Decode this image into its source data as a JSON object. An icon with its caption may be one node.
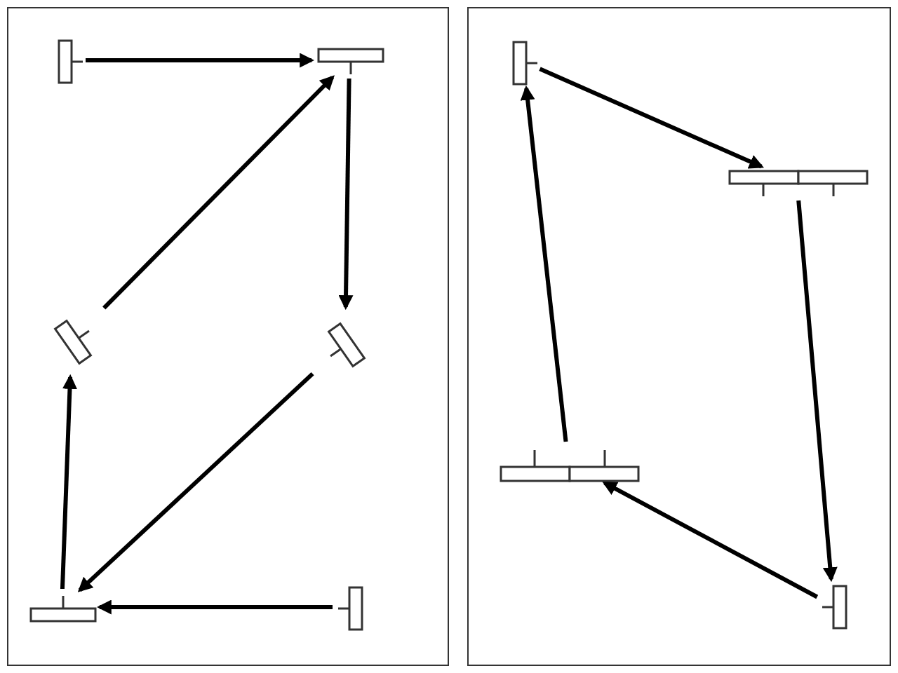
{
  "diagram": {
    "nodes": [
      {
        "text": [],
        "shape": "box"
      },
      {
        "text": [],
        "shape": "box"
      },
      {
        "text": [],
        "shape": "bar",
        "in": 0
      },
      {
        "text": [],
        "shape": "bar",
        "in": 0
      },
      {
        "text": [],
        "shape": "bar",
        "in": 0
      },
      {
        "text": [],
        "shape": "bar",
        "in": 0
      },
      {
        "text": [],
        "shape": "bar",
        "in": 0
      },
      {
        "text": [],
        "shape": "bar",
        "in": 0
      },
      {
        "text": [],
        "shape": "bar",
        "in": 1
      },
      {
        "text": [],
        "shape": "bar",
        "in": 1
      },
      {
        "text": [],
        "shape": "bar",
        "in": 1
      },
      {
        "text": [],
        "shape": "bar",
        "in": 1
      }
    ],
    "edges": [
      {
        "from": 2,
        "to": 3,
        "arrow": "to"
      },
      {
        "from": 3,
        "to": 5,
        "arrow": "to"
      },
      {
        "from": 5,
        "to": 6,
        "arrow": "to"
      },
      {
        "from": 7,
        "to": 6,
        "arrow": "to"
      },
      {
        "from": 6,
        "to": 4,
        "arrow": "to"
      },
      {
        "from": 4,
        "to": 3,
        "arrow": "to"
      },
      {
        "from": 8,
        "to": 9,
        "arrow": "to"
      },
      {
        "from": 9,
        "to": 11,
        "arrow": "to"
      },
      {
        "from": 11,
        "to": 10,
        "arrow": "to"
      },
      {
        "from": 10,
        "to": 8,
        "arrow": "to"
      }
    ]
  }
}
